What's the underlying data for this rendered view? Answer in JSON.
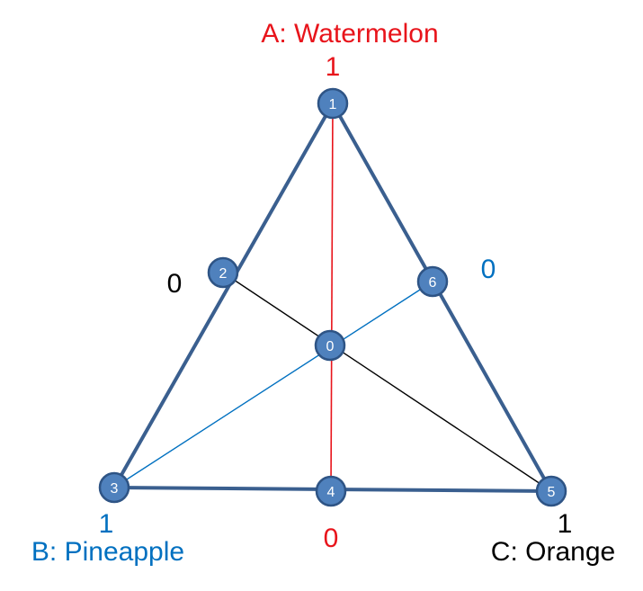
{
  "colors": {
    "red": "#e8141b",
    "blue": "#0070c0",
    "black": "#000000",
    "edge": "#3a5f8f",
    "node_fill": "#4f81bd",
    "node_stroke": "#2e5485"
  },
  "vertices": {
    "a": {
      "name": "A: Watermelon",
      "value": "1"
    },
    "b": {
      "name": "B: Pineapple",
      "value": "1"
    },
    "c": {
      "name": "C: Orange",
      "value": "1"
    }
  },
  "zero_labels": {
    "opposite_a": "0",
    "opposite_b": "0",
    "opposite_c": "0"
  },
  "nodes": {
    "n0": "0",
    "n1": "1",
    "n2": "2",
    "n3": "3",
    "n4": "4",
    "n5": "5",
    "n6": "6"
  }
}
